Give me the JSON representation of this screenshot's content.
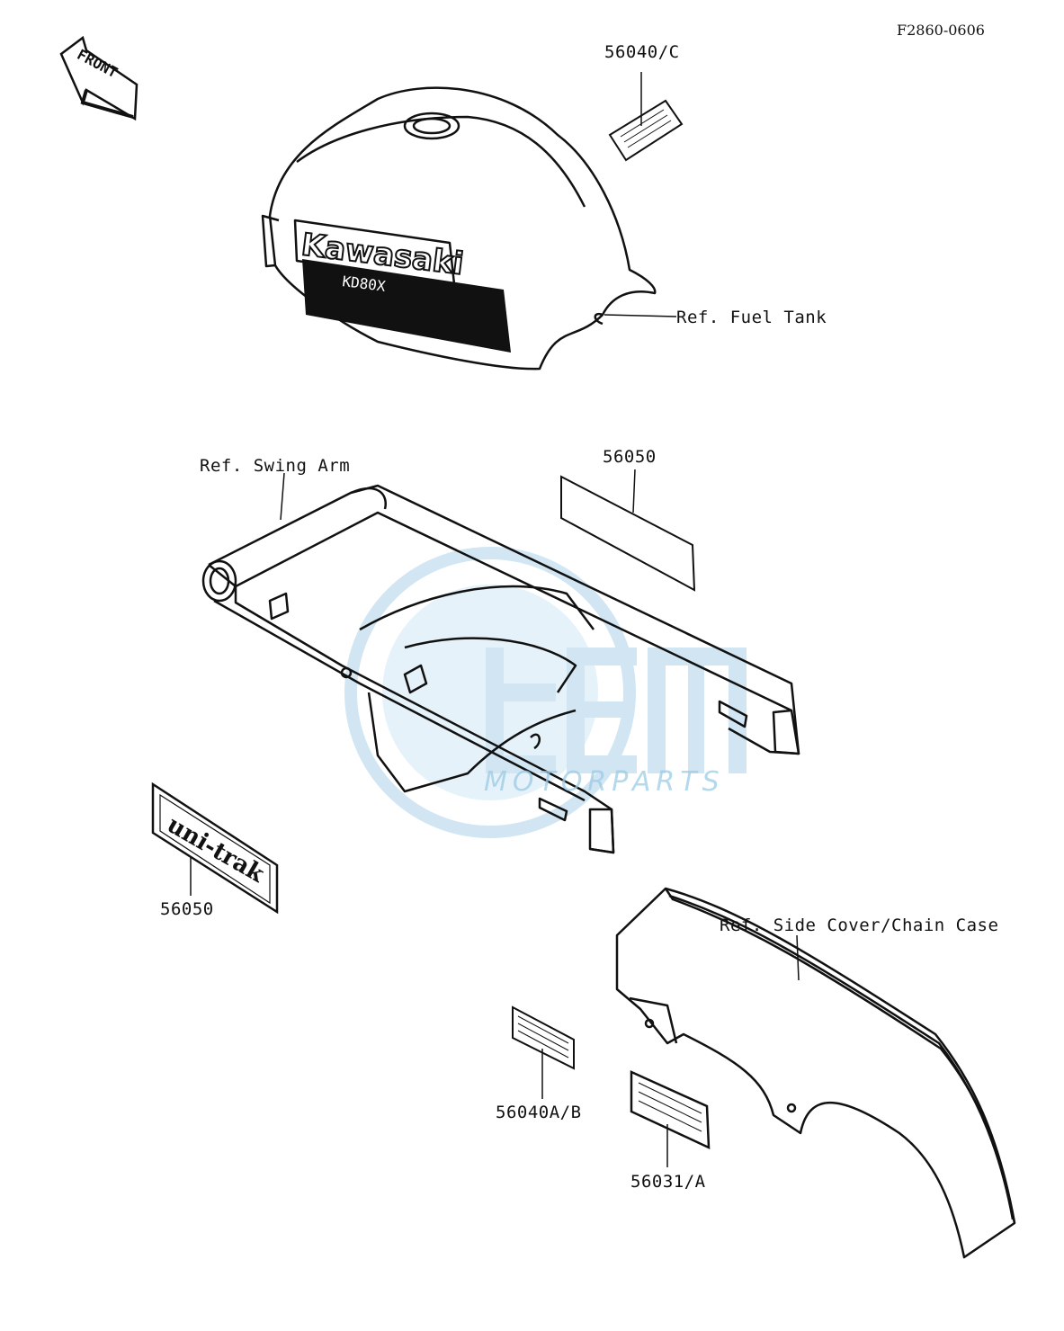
{
  "diagram_code": "F2860-0606",
  "front_arrow_text": "FRONT",
  "parts": {
    "fuel_tank_ref": "Ref. Fuel Tank",
    "tank_brand": "Kawasaki",
    "tank_model": "KD80X",
    "label_56040_c": "56040/C",
    "label_56050_top": "56050",
    "swing_arm_ref": "Ref. Swing Arm",
    "unitrak_text": "uni-trak",
    "label_56050_bottom": "56050",
    "side_cover_ref": "Ref. Side Cover/Chain Case",
    "label_56040ab": "56040A/B",
    "label_56031a": "56031/A"
  },
  "watermark": {
    "brand": "CEM",
    "sub": "MOTORPARTS"
  },
  "colors": {
    "line": "#111111",
    "watermark": "#9ccbe6"
  }
}
